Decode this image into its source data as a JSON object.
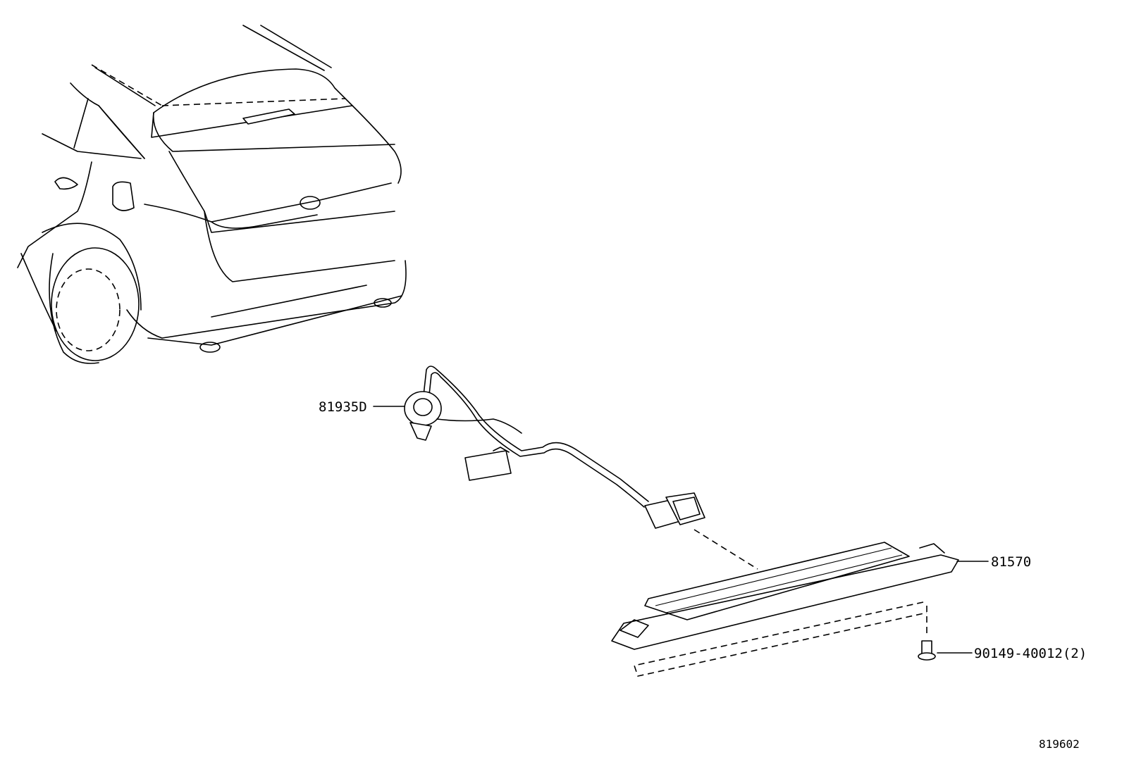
{
  "labels": {
    "bulb_socket": "81935D",
    "stop_lamp": "81570",
    "screw": "90149-40012(2)"
  },
  "illustration_ref": "819602"
}
